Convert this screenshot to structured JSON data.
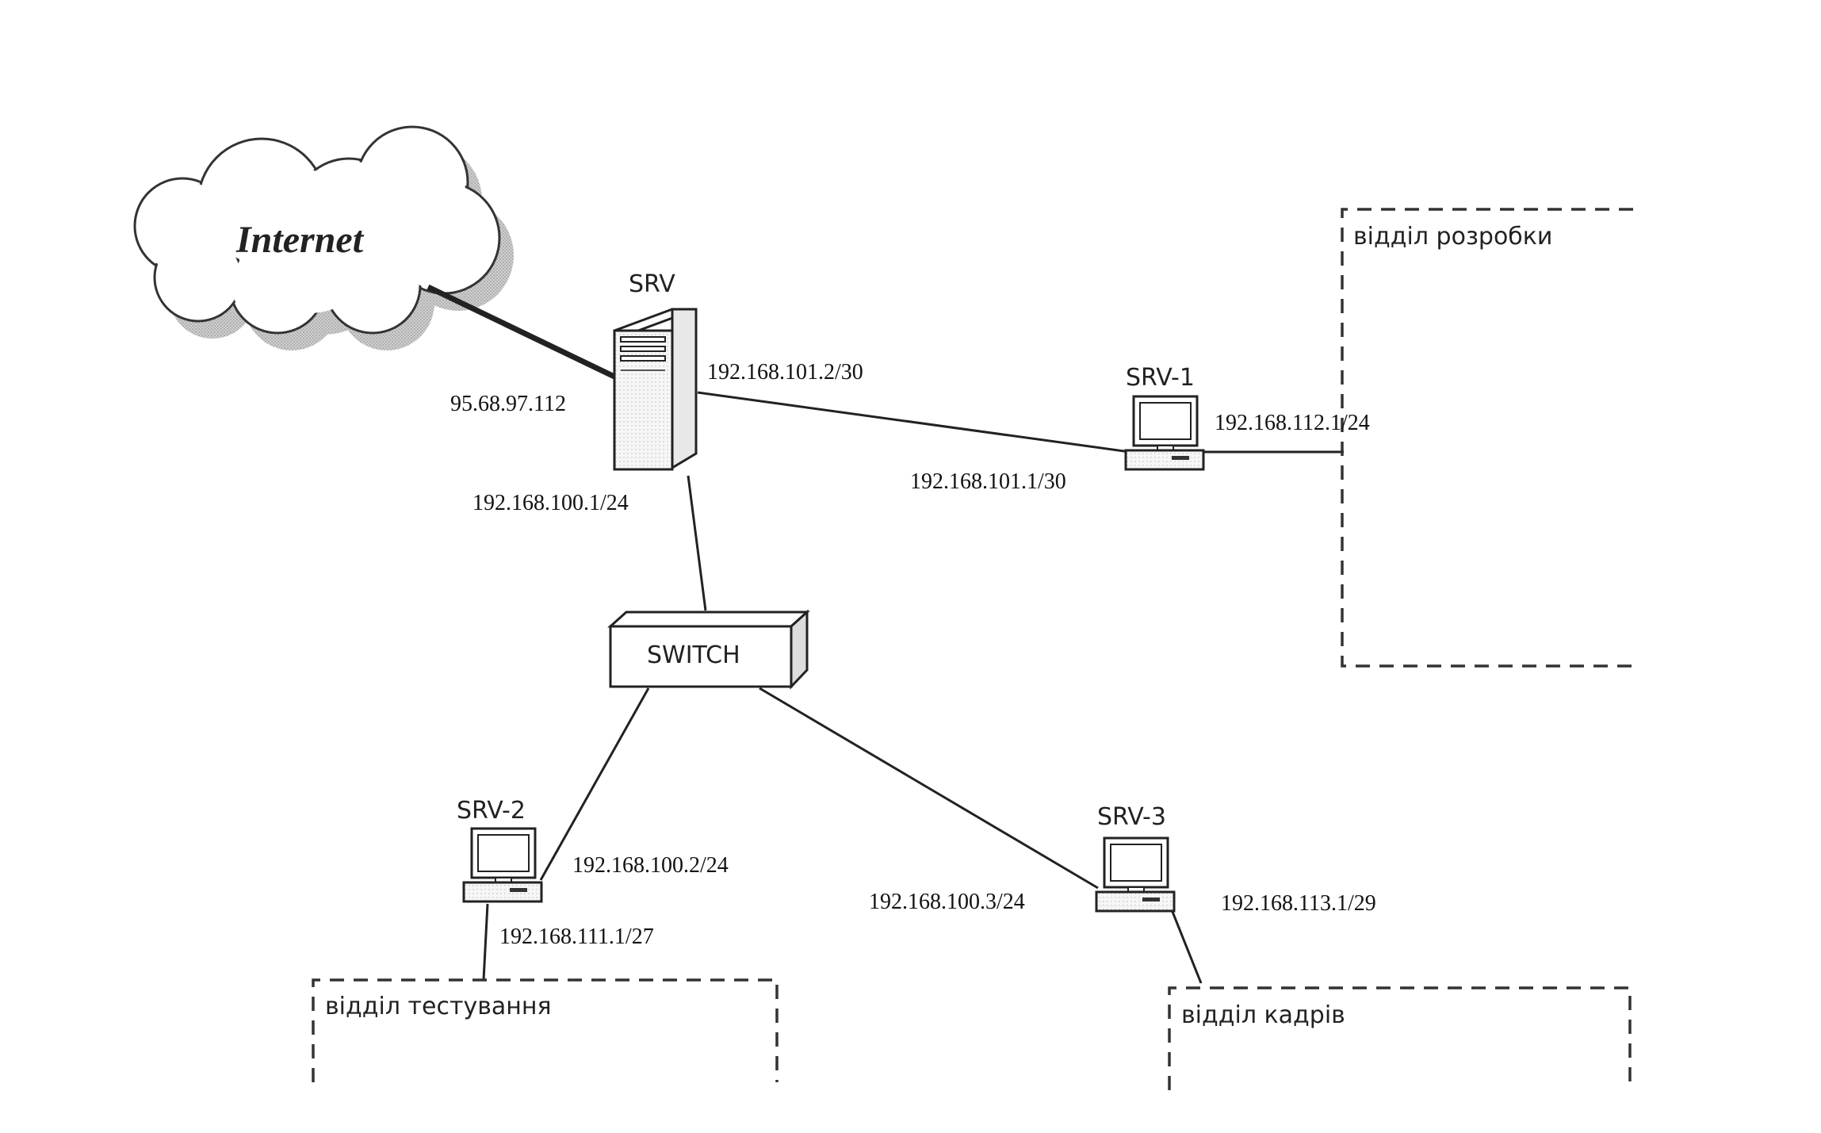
{
  "internet": {
    "label": "Internet"
  },
  "srv": {
    "label": "SRV",
    "wan_ip": "95.68.97.112",
    "ip_to_srv1": "192.168.101.2/30",
    "ip_lan": "192.168.100.1/24"
  },
  "switch": {
    "label": "SWITCH"
  },
  "srv1": {
    "label": "SRV-1",
    "ip_uplink": "192.168.101.1/30",
    "ip_dept": "192.168.112.1/24"
  },
  "srv2": {
    "label": "SRV-2",
    "ip_uplink": "192.168.100.2/24",
    "ip_dept": "192.168.111.1/27"
  },
  "srv3": {
    "label": "SRV-3",
    "ip_uplink": "192.168.100.3/24",
    "ip_dept": "192.168.113.1/29"
  },
  "departments": {
    "development": "відділ розробки",
    "testing": "відділ тестування",
    "hr": "відділ кадрів"
  }
}
